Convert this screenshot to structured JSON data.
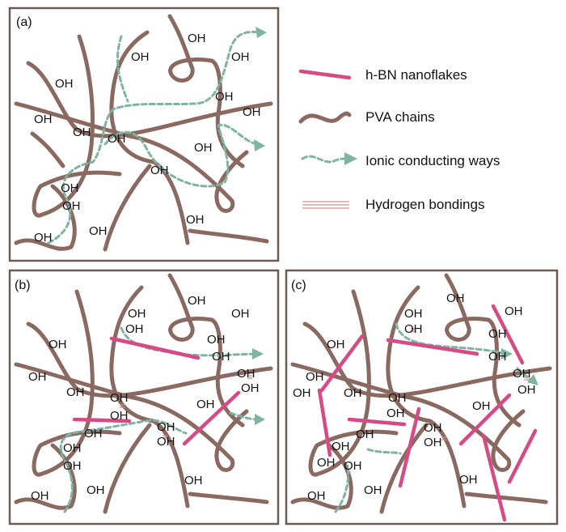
{
  "panels": [
    {
      "label": "(a)"
    },
    {
      "label": "(b)"
    },
    {
      "label": "(c)"
    }
  ],
  "legend": [
    {
      "label": "h-BN nanoflakes"
    },
    {
      "label": "PVA chains"
    },
    {
      "label": "Ionic conducting ways"
    },
    {
      "label": "Hydrogen bondings"
    }
  ],
  "oh_label": "OH",
  "colors": {
    "pva": "#8a6a60",
    "hbn": "#d64a86",
    "ionic": "#7fb3a3",
    "hydrogen_bond": "#d88a8f",
    "frame": "#6d5a52"
  }
}
